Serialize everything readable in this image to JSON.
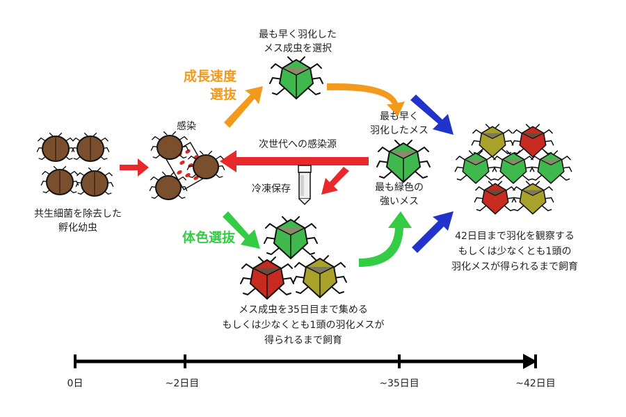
{
  "colors": {
    "growth_selection": "#f39a1d",
    "color_selection": "#33cc44",
    "infection_flow": "#e8282a",
    "observation_flow": "#2233cc",
    "green_bug": "#3fb84d",
    "red_bug": "#c72a1f",
    "olive_bug": "#a9a22a",
    "nymph": "#7a4f2e"
  },
  "labels": {
    "nymph": [
      "共生細菌を除去した",
      "孵化幼虫"
    ],
    "infection": "感染",
    "growth_selection": [
      "成長速度",
      "選抜"
    ],
    "color_selection": "体色選抜",
    "earliest_female_top": [
      "最も早く羽化した",
      "メス成虫を選択"
    ],
    "earliest_female_mid": [
      "最も早く",
      "羽化したメス"
    ],
    "next_gen_source": "次世代への感染源",
    "frozen_storage": "冷凍保存",
    "greenest_female": [
      "最も緑色の",
      "強いメス"
    ],
    "collect_females": [
      "メス成虫を35日目まで集める",
      "もしくは少なくとも1頭の羽化メスが",
      "得られるまで飼育"
    ],
    "observe": [
      "42日目まで羽化を観察する",
      "もしくは少なくとも1頭の",
      "羽化メスが得られるまで飼育"
    ]
  },
  "timeline": {
    "ticks": [
      "0日",
      "~2日目",
      "~35日目",
      "~42日目"
    ]
  },
  "icons": {
    "bug": "stinkbug-icon",
    "nymph": "nymph-icon",
    "vial": "vial-icon"
  }
}
